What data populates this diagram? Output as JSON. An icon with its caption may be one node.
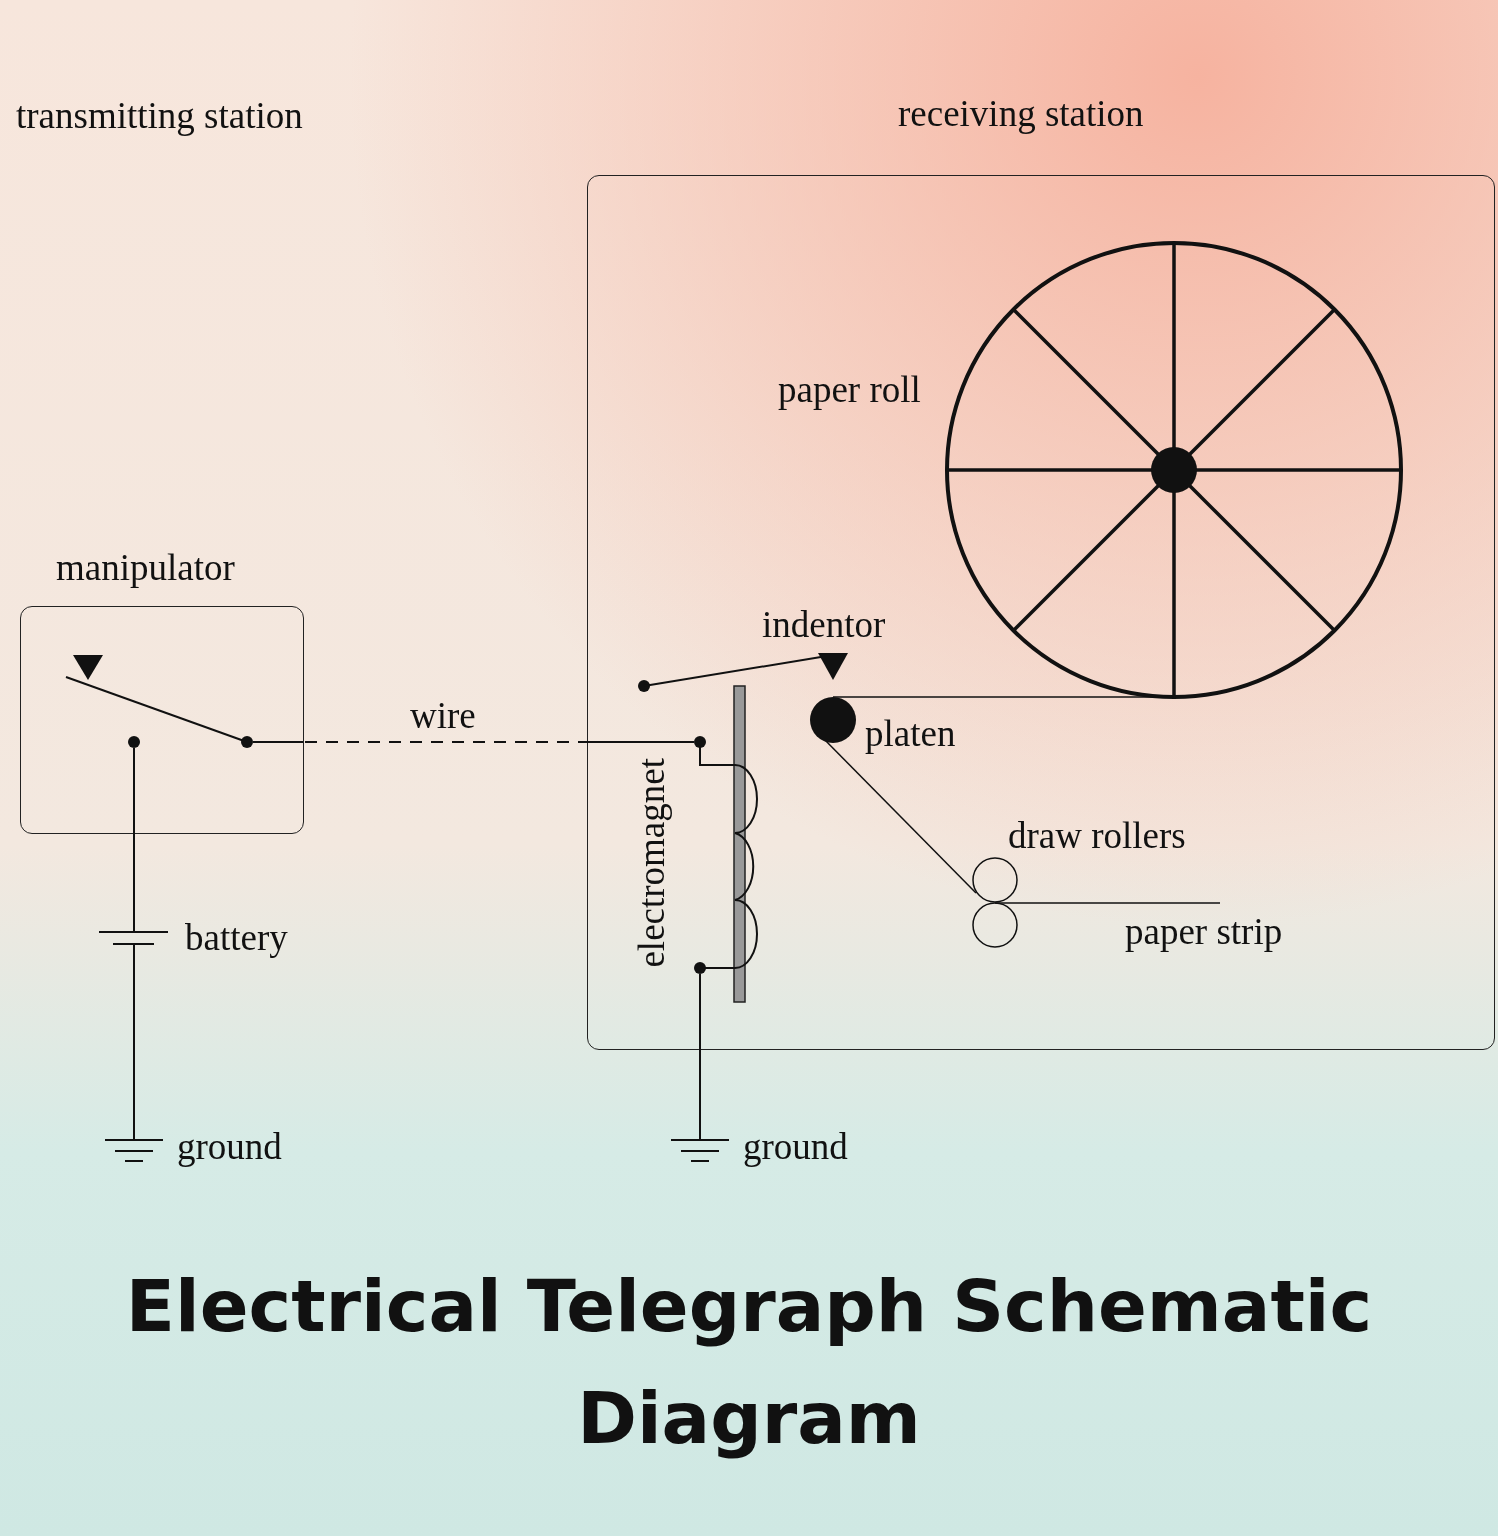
{
  "diagram": {
    "title": "Electrical Telegraph Schematic Diagram",
    "nodes": [
      {
        "text": [
          "manipulator"
        ]
      },
      {
        "text": [
          "receiving station"
        ]
      }
    ],
    "edges": [
      {
        "from": 0,
        "to": 1,
        "arrow": "none",
        "label": "wire",
        "style": "dashed"
      }
    ],
    "labels": [
      "transmitting station",
      "paper roll",
      "indentor",
      "platen",
      "electromagnet",
      "draw rollers",
      "battery",
      "paper strip",
      "ground",
      "ground"
    ]
  }
}
